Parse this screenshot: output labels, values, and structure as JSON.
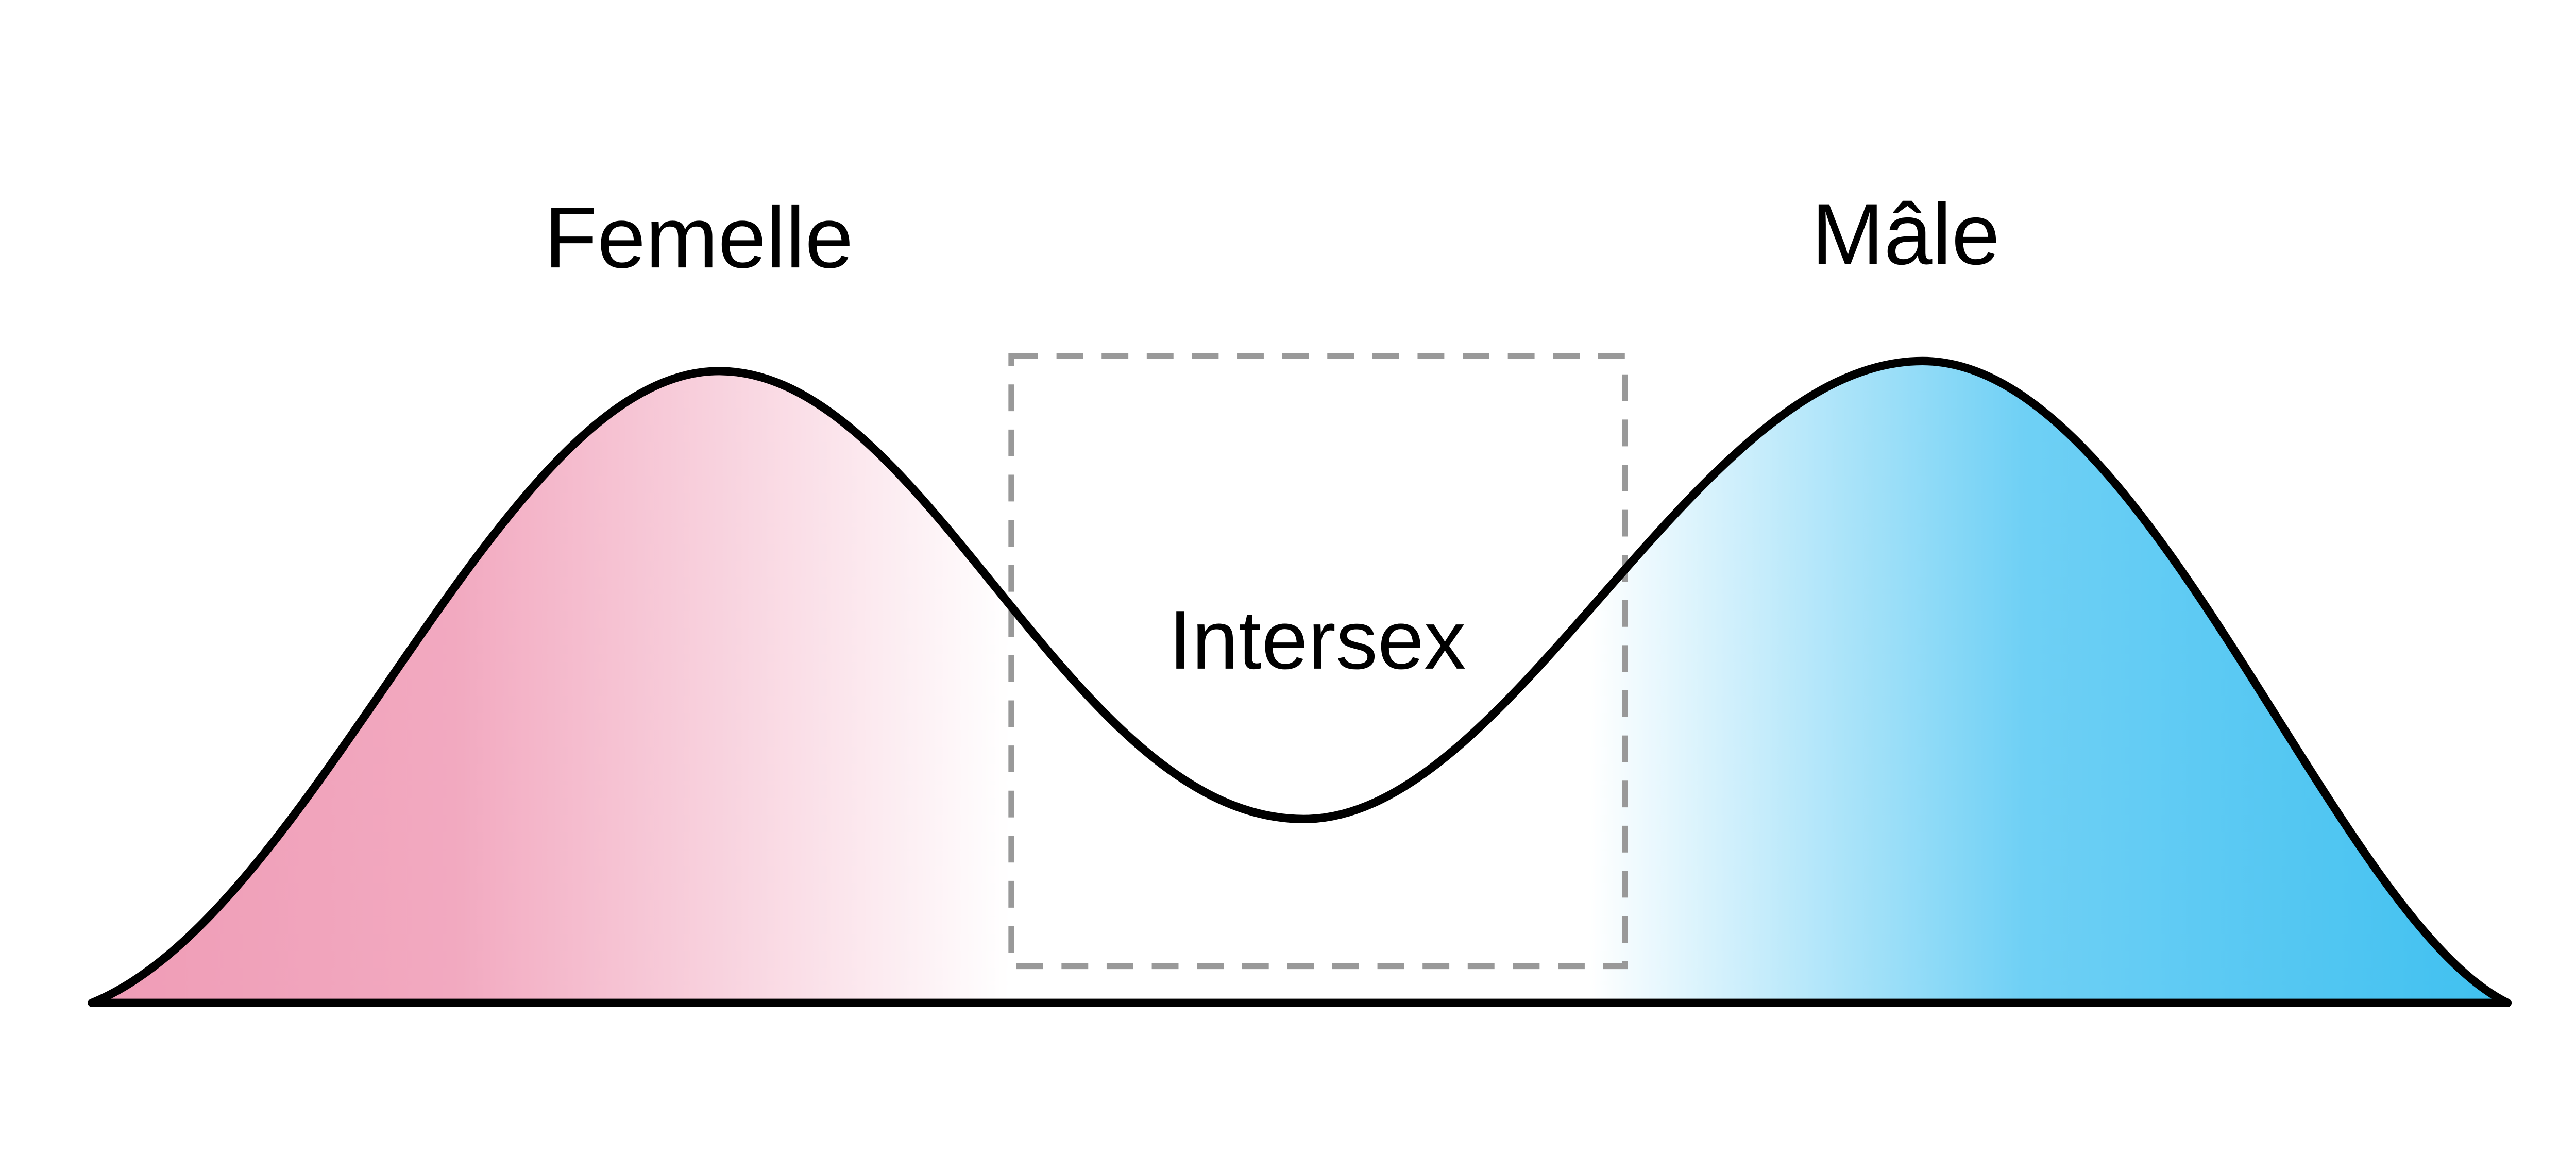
{
  "diagram": {
    "type": "bimodal-distribution-illustration",
    "labels": {
      "female": "Femelle",
      "male": "Mâle",
      "intersex": "Intersex"
    },
    "colors": {
      "female_pink": "#EF9CB6",
      "female_pink_mid": "#F2A9C0",
      "white": "#FFFFFF",
      "male_blue_mid": "#6FD0F5",
      "male_blue": "#3FC0F0",
      "outline": "#000000",
      "box_gray": "#999999",
      "background": "#FFFFFF"
    }
  }
}
